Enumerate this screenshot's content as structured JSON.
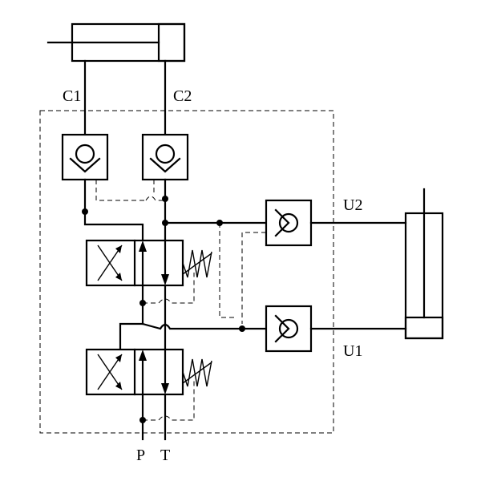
{
  "ports": {
    "c1": "C1",
    "c2": "C2",
    "u2": "U2",
    "u1": "U1",
    "p": "P",
    "t": "T"
  }
}
